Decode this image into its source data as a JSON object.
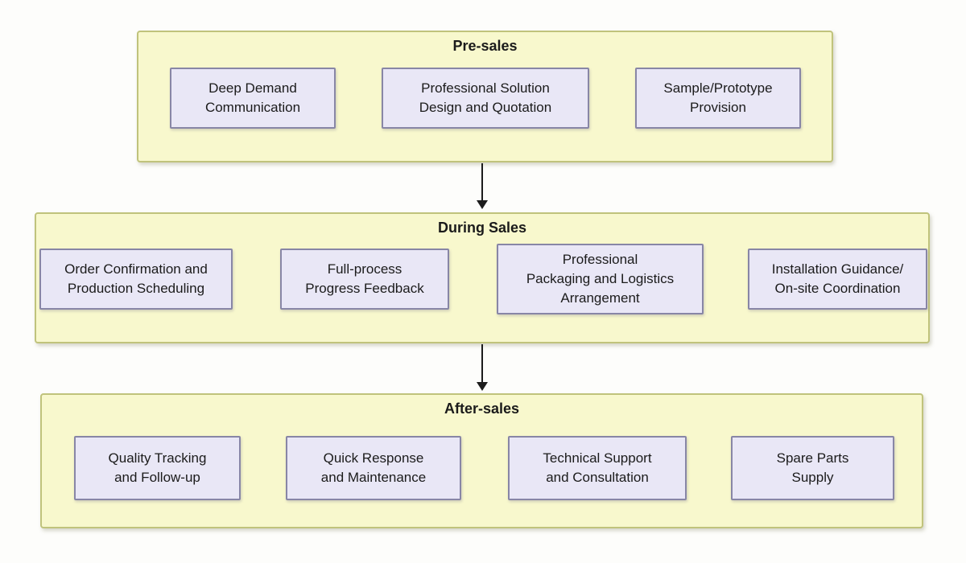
{
  "palette": {
    "page-bg": "#fdfdfb",
    "stage-fill": "#f8f8cd",
    "stage-border": "#c0c37c",
    "item-fill": "#e9e7f6",
    "item-border": "#8886a6",
    "text": "#1b1b1b",
    "arrow": "#1c1c1c"
  },
  "stages": [
    {
      "title": "Pre-sales",
      "items": [
        {
          "label": "Deep Demand\nCommunication"
        },
        {
          "label": "Professional Solution\nDesign and Quotation"
        },
        {
          "label": "Sample/Prototype\nProvision"
        }
      ]
    },
    {
      "title": "During Sales",
      "items": [
        {
          "label": "Order Confirmation and\nProduction Scheduling"
        },
        {
          "label": "Full-process\nProgress Feedback"
        },
        {
          "label": "Professional\nPackaging and Logistics\nArrangement"
        },
        {
          "label": "Installation Guidance/\nOn-site Coordination"
        }
      ]
    },
    {
      "title": "After-sales",
      "items": [
        {
          "label": "Quality Tracking\nand Follow-up"
        },
        {
          "label": "Quick Response\nand Maintenance"
        },
        {
          "label": "Technical Support\nand Consultation"
        },
        {
          "label": "Spare Parts\nSupply"
        }
      ]
    }
  ],
  "arrows": [
    {
      "name": "pre-to-during"
    },
    {
      "name": "during-to-after"
    }
  ]
}
